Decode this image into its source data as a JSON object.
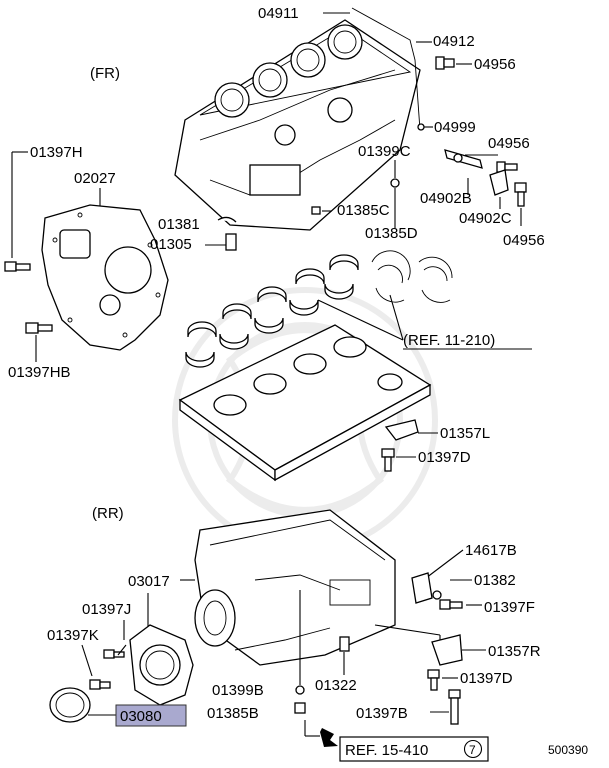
{
  "section_labels": {
    "front": "(FR)",
    "rear": "(RR)"
  },
  "parts": {
    "p04911": "04911",
    "p04912": "04912",
    "p04956a": "04956",
    "p04999": "04999",
    "p01399C": "01399C",
    "p04956b": "04956",
    "p01397H": "01397H",
    "p02027": "02027",
    "p04902B": "04902B",
    "p04902C": "04902C",
    "p01381": "01381",
    "p01385C": "01385C",
    "p01385D": "01385D",
    "p04956c": "04956",
    "p01305": "01305",
    "p01397HB": "01397HB",
    "p01357L": "01357L",
    "p01397D_top": "01397D",
    "p14617B": "14617B",
    "p03017": "03017",
    "p01382": "01382",
    "p01397J": "01397J",
    "p01397F": "01397F",
    "p01397K": "01397K",
    "p01357R": "01357R",
    "p01399B": "01399B",
    "p01322": "01322",
    "p01397D_bot": "01397D",
    "p03080": "03080",
    "p01385B": "01385B",
    "p01397B": "01397B"
  },
  "references": {
    "ref_top": "(REF. 11-210)",
    "ref_bottom": "REF. 15-410",
    "ref_bottom_circle": "7"
  },
  "diagram_id": "500390",
  "colors": {
    "highlight": "#a9a9cf",
    "ink": "#000000"
  }
}
